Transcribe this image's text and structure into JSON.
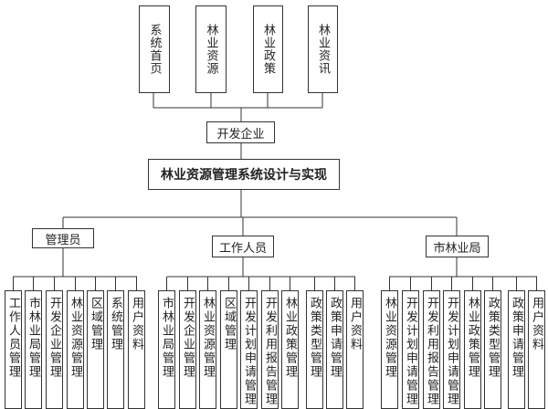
{
  "top_modules": [
    "系统首页",
    "林业资源",
    "林业政策",
    "林业资讯"
  ],
  "enterprise": "开发企业",
  "title": "林业资源管理系统设计与实现",
  "roles": [
    {
      "name": "管理员",
      "items": [
        "工作人员管理",
        "市林业局管理",
        "开发企业管理",
        "林业资源管理",
        "区域管理",
        "系统管理",
        "用户资料"
      ]
    },
    {
      "name": "工作人员",
      "items": [
        "市林业局管理",
        "开发企业管理",
        "林业资源管理",
        "区域管理",
        "开发计划申请管理",
        "开发利用报告管理",
        "林业政策管理",
        "政策类型管理",
        "政策申请管理",
        "用户资料"
      ]
    },
    {
      "name": "市林业局",
      "items": [
        "林业资源管理",
        "开发计划申请管理",
        "开发利用报告管理",
        "开发计划申请管理",
        "林业政策管理",
        "政策类型管理",
        "政策申请管理",
        "用户资料"
      ]
    }
  ]
}
